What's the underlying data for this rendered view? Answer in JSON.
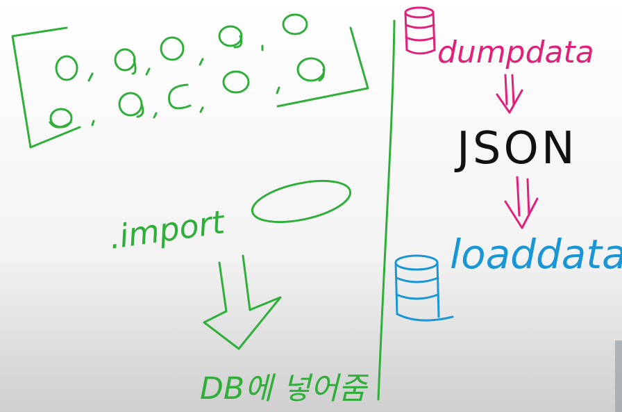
{
  "colors": {
    "green": "#2fae3a",
    "pink": "#e0217a",
    "blue": "#1a96d6",
    "black": "#111111",
    "board_top": "#ffffff",
    "board_bottom": "#d9d9d9"
  },
  "left_panel": {
    "import_label": ".import",
    "korean_note": "DB에 넣어줌"
  },
  "right_panel": {
    "dump_label": "dumpdata",
    "json_label": "JSON",
    "load_label": "loaddata"
  }
}
